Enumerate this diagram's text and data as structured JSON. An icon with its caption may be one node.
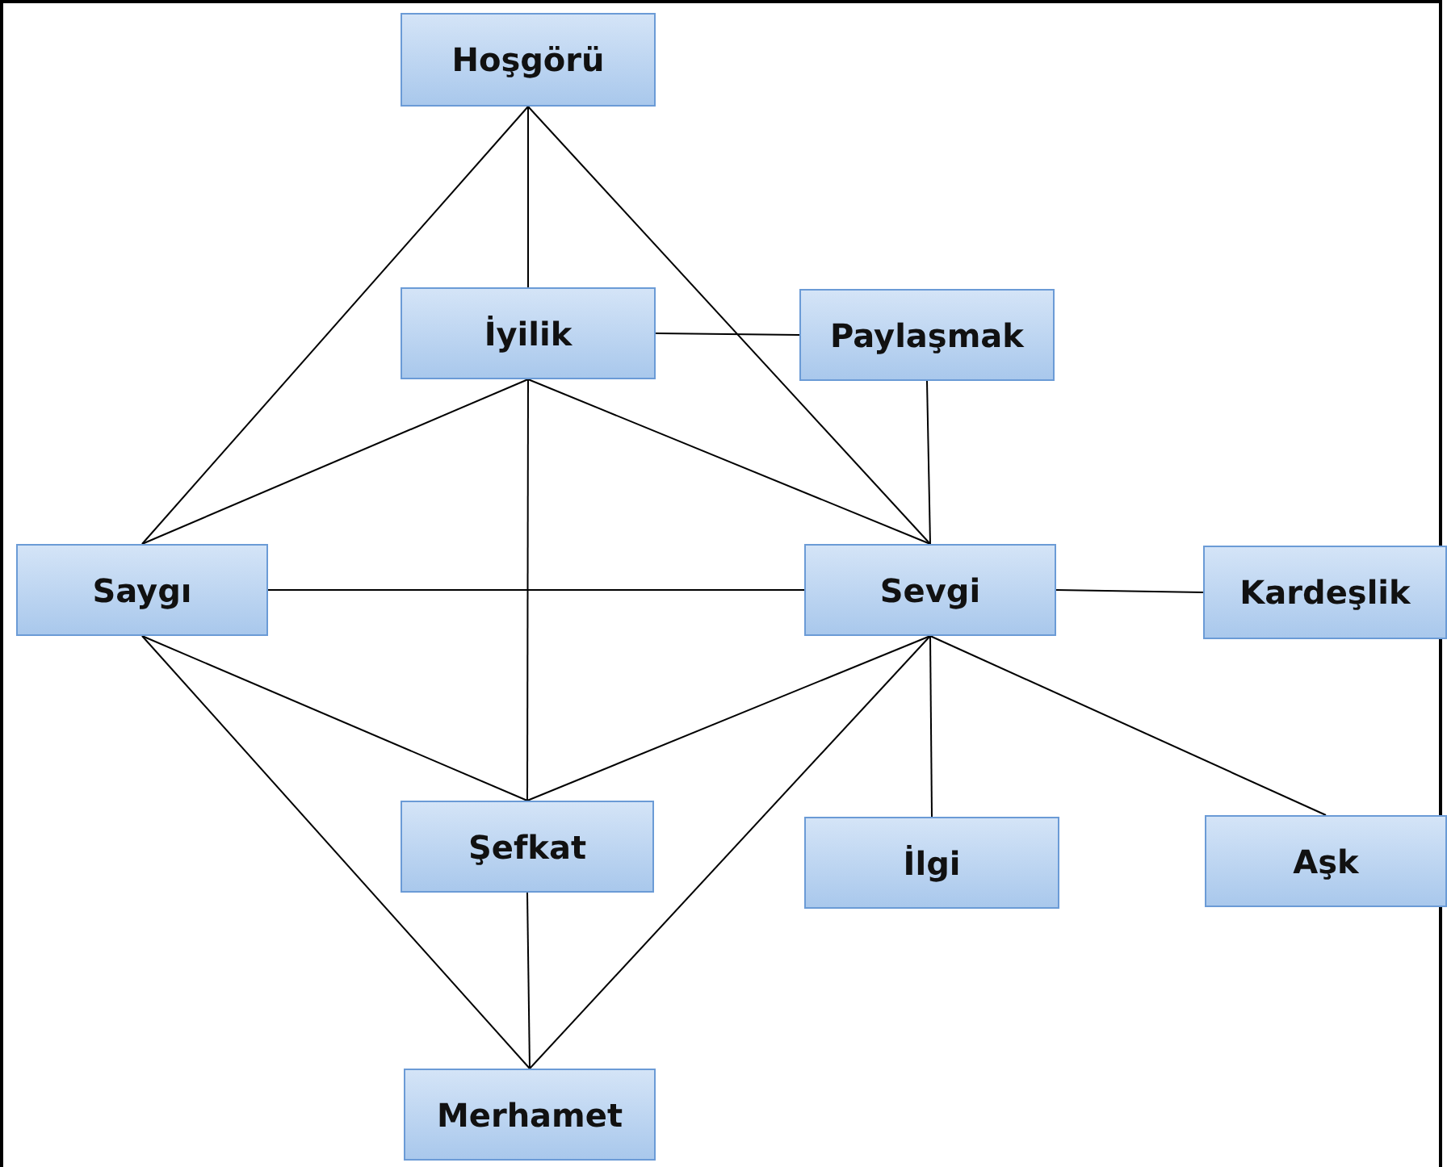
{
  "diagram": {
    "nodes": [
      {
        "text": [
          "Hoşgörü"
        ]
      },
      {
        "text": [
          "İyilik"
        ]
      },
      {
        "text": [
          "Paylaşmak"
        ]
      },
      {
        "text": [
          "Saygı"
        ]
      },
      {
        "text": [
          "Sevgi"
        ]
      },
      {
        "text": [
          "Kardeşlik"
        ]
      },
      {
        "text": [
          "Şefkat"
        ]
      },
      {
        "text": [
          "İlgi"
        ]
      },
      {
        "text": [
          "Aşk"
        ]
      },
      {
        "text": [
          "Merhamet"
        ]
      }
    ],
    "edges": [
      {
        "from": 0,
        "to": 1,
        "arrow": "none"
      },
      {
        "from": 0,
        "to": 3,
        "arrow": "none"
      },
      {
        "from": 0,
        "to": 4,
        "arrow": "none"
      },
      {
        "from": 1,
        "to": 2,
        "arrow": "none"
      },
      {
        "from": 1,
        "to": 3,
        "arrow": "none"
      },
      {
        "from": 1,
        "to": 4,
        "arrow": "none"
      },
      {
        "from": 1,
        "to": 6,
        "arrow": "none"
      },
      {
        "from": 2,
        "to": 4,
        "arrow": "none"
      },
      {
        "from": 3,
        "to": 4,
        "arrow": "none"
      },
      {
        "from": 3,
        "to": 6,
        "arrow": "none"
      },
      {
        "from": 3,
        "to": 9,
        "arrow": "none"
      },
      {
        "from": 4,
        "to": 5,
        "arrow": "none"
      },
      {
        "from": 4,
        "to": 6,
        "arrow": "none"
      },
      {
        "from": 4,
        "to": 9,
        "arrow": "none"
      },
      {
        "from": 4,
        "to": 7,
        "arrow": "none"
      },
      {
        "from": 4,
        "to": 8,
        "arrow": "none"
      },
      {
        "from": 6,
        "to": 9,
        "arrow": "none"
      }
    ]
  }
}
